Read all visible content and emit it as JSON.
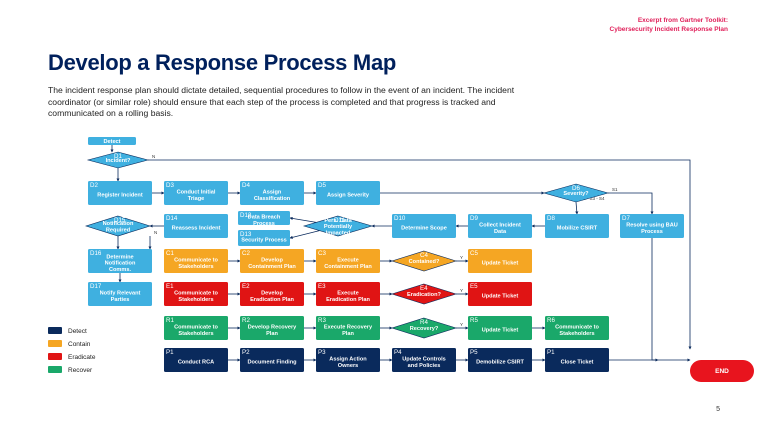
{
  "header": {
    "excerpt_line1": "Excerpt from Gartner Toolkit:",
    "excerpt_line2": "Cybersecurity Incident Response Plan"
  },
  "title": "Develop a Response Process Map",
  "intro": "The incident response plan should dictate detailed, sequential procedures to follow in the event of an incident. The incident coordinator (or similar role) should ensure that each step of the process is completed and that progress is tracked and communicated on a rolling basis.",
  "page_number": "5",
  "colors": {
    "detect_light": "#3fb0e0",
    "detect_dark": "#0a2a5c",
    "contain": "#f5a623",
    "eradicate": "#e01414",
    "recover": "#1aa86a",
    "end": "#e8141e",
    "line": "#0a2a5c"
  },
  "legend": [
    {
      "label": "Detect",
      "color": "#0a2a5c"
    },
    {
      "label": "Contain",
      "color": "#f5a623"
    },
    {
      "label": "Eradicate",
      "color": "#e01414"
    },
    {
      "label": "Recover",
      "color": "#1aa86a"
    }
  ],
  "nodes": [
    {
      "id": "detect",
      "code": "",
      "label": "Detect",
      "fill": "#3fb0e0",
      "shape": "rect"
    },
    {
      "id": "D1",
      "code": "D1",
      "label": "Incident?",
      "fill": "#3fb0e0",
      "shape": "diamond"
    },
    {
      "id": "D2",
      "code": "D2",
      "label": "Register Incident",
      "fill": "#3fb0e0",
      "shape": "rect"
    },
    {
      "id": "D3",
      "code": "D3",
      "label": "Conduct Initial Triage",
      "fill": "#3fb0e0",
      "shape": "rect"
    },
    {
      "id": "D4",
      "code": "D4",
      "label": "Assign Classification",
      "fill": "#3fb0e0",
      "shape": "rect"
    },
    {
      "id": "D5",
      "code": "D5",
      "label": "Assign Severity",
      "fill": "#3fb0e0",
      "shape": "rect"
    },
    {
      "id": "D6",
      "code": "D6",
      "label": "Severity?",
      "fill": "#3fb0e0",
      "shape": "diamond"
    },
    {
      "id": "D7",
      "code": "D7",
      "label": "Resolve using BAU Process",
      "fill": "#3fb0e0",
      "shape": "rect"
    },
    {
      "id": "D8",
      "code": "D8",
      "label": "Mobilize CSIRT",
      "fill": "#3fb0e0",
      "shape": "rect"
    },
    {
      "id": "D9",
      "code": "D9",
      "label": "Collect Incident Data",
      "fill": "#3fb0e0",
      "shape": "rect"
    },
    {
      "id": "D10",
      "code": "D10",
      "label": "Determine Scope",
      "fill": "#3fb0e0",
      "shape": "rect"
    },
    {
      "id": "D11",
      "code": "D11",
      "label": "Pers. Data Potentially Impacted",
      "fill": "#3fb0e0",
      "shape": "diamond"
    },
    {
      "id": "D12",
      "code": "D12",
      "label": "Data Breach Process",
      "fill": "#3fb0e0",
      "shape": "rect"
    },
    {
      "id": "D13",
      "code": "D13",
      "label": "Security Process",
      "fill": "#3fb0e0",
      "shape": "rect"
    },
    {
      "id": "D14",
      "code": "D14",
      "label": "Reassess Incident",
      "fill": "#3fb0e0",
      "shape": "rect"
    },
    {
      "id": "D15",
      "code": "D15",
      "label": "Notification Required",
      "fill": "#3fb0e0",
      "shape": "diamond"
    },
    {
      "id": "D16",
      "code": "D16",
      "label": "Determine Notification Comms.",
      "fill": "#3fb0e0",
      "shape": "rect"
    },
    {
      "id": "D17",
      "code": "D17",
      "label": "Notify Relevant Parties",
      "fill": "#3fb0e0",
      "shape": "rect"
    },
    {
      "id": "C1",
      "code": "C1",
      "label": "Communicate to Stakeholders",
      "fill": "#f5a623",
      "shape": "rect"
    },
    {
      "id": "C2",
      "code": "C2",
      "label": "Develop Containment Plan",
      "fill": "#f5a623",
      "shape": "rect"
    },
    {
      "id": "C3",
      "code": "C3",
      "label": "Execute Containment Plan",
      "fill": "#f5a623",
      "shape": "rect"
    },
    {
      "id": "C4",
      "code": "C4",
      "label": "Contained?",
      "fill": "#f5a623",
      "shape": "diamond"
    },
    {
      "id": "C5",
      "code": "C5",
      "label": "Update Ticket",
      "fill": "#f5a623",
      "shape": "rect"
    },
    {
      "id": "E1",
      "code": "E1",
      "label": "Communicate to Stakeholders",
      "fill": "#e01414",
      "shape": "rect"
    },
    {
      "id": "E2",
      "code": "E2",
      "label": "Develop Eradication Plan",
      "fill": "#e01414",
      "shape": "rect"
    },
    {
      "id": "E3",
      "code": "E3",
      "label": "Execute Eradication Plan",
      "fill": "#e01414",
      "shape": "rect"
    },
    {
      "id": "E4",
      "code": "E4",
      "label": "Eradication?",
      "fill": "#e01414",
      "shape": "diamond"
    },
    {
      "id": "E5",
      "code": "E5",
      "label": "Update Ticket",
      "fill": "#e01414",
      "shape": "rect"
    },
    {
      "id": "R1",
      "code": "R1",
      "label": "Communicate to Stakeholders",
      "fill": "#1aa86a",
      "shape": "rect"
    },
    {
      "id": "R2",
      "code": "R2",
      "label": "Develop Recovery Plan",
      "fill": "#1aa86a",
      "shape": "rect"
    },
    {
      "id": "R3",
      "code": "R3",
      "label": "Execute Recovery Plan",
      "fill": "#1aa86a",
      "shape": "rect"
    },
    {
      "id": "R4",
      "code": "R4",
      "label": "Recovery?",
      "fill": "#1aa86a",
      "shape": "diamond"
    },
    {
      "id": "R5",
      "code": "R5",
      "label": "Update Ticket",
      "fill": "#1aa86a",
      "shape": "rect"
    },
    {
      "id": "R6",
      "code": "R6",
      "label": "Communicate to Stakeholders",
      "fill": "#1aa86a",
      "shape": "rect"
    },
    {
      "id": "P1",
      "code": "P1",
      "label": "Conduct RCA",
      "fill": "#0a2a5c",
      "shape": "rect"
    },
    {
      "id": "P2",
      "code": "P2",
      "label": "Document Finding",
      "fill": "#0a2a5c",
      "shape": "rect"
    },
    {
      "id": "P3",
      "code": "P3",
      "label": "Assign Action Owners",
      "fill": "#0a2a5c",
      "shape": "rect"
    },
    {
      "id": "P4",
      "code": "P4",
      "label": "Update Controls and Policies",
      "fill": "#0a2a5c",
      "shape": "rect"
    },
    {
      "id": "P5",
      "code": "P5",
      "label": "Demobilize CSIRT",
      "fill": "#0a2a5c",
      "shape": "rect"
    },
    {
      "id": "P6",
      "code": "P1",
      "label": "Close Ticket",
      "fill": "#0a2a5c",
      "shape": "rect"
    },
    {
      "id": "END",
      "code": "",
      "label": "END",
      "fill": "#e8141e",
      "shape": "pill"
    }
  ],
  "edges": [
    {
      "from": "detect",
      "to": "D1",
      "label": ""
    },
    {
      "from": "D1",
      "to": "D2",
      "label": ""
    },
    {
      "from": "D1",
      "to": "END",
      "label": "N"
    },
    {
      "from": "D2",
      "to": "D3",
      "label": ""
    },
    {
      "from": "D3",
      "to": "D4",
      "label": ""
    },
    {
      "from": "D4",
      "to": "D5",
      "label": ""
    },
    {
      "from": "D5",
      "to": "D6",
      "label": ""
    },
    {
      "from": "D6",
      "to": "D7",
      "label": "S1"
    },
    {
      "from": "D6",
      "to": "D8",
      "label": "S2 - S3 - S4"
    },
    {
      "from": "D7",
      "to": "END",
      "label": ""
    },
    {
      "from": "D8",
      "to": "D9",
      "label": ""
    },
    {
      "from": "D9",
      "to": "D10",
      "label": ""
    },
    {
      "from": "D10",
      "to": "D11",
      "label": ""
    },
    {
      "from": "D11",
      "to": "D12",
      "label": "Y"
    },
    {
      "from": "D11",
      "to": "D13",
      "label": ""
    },
    {
      "from": "D14",
      "to": "D15",
      "label": ""
    },
    {
      "from": "D15",
      "to": "D16",
      "label": "Y"
    },
    {
      "from": "D15",
      "to": "C1",
      "label": "N"
    },
    {
      "from": "D16",
      "to": "D17",
      "label": ""
    },
    {
      "from": "C1",
      "to": "C2",
      "label": ""
    },
    {
      "from": "C2",
      "to": "C3",
      "label": ""
    },
    {
      "from": "C3",
      "to": "C4",
      "label": ""
    },
    {
      "from": "C4",
      "to": "C5",
      "label": "Y"
    },
    {
      "from": "E1",
      "to": "E2",
      "label": ""
    },
    {
      "from": "E2",
      "to": "E3",
      "label": ""
    },
    {
      "from": "E3",
      "to": "E4",
      "label": ""
    },
    {
      "from": "E4",
      "to": "E5",
      "label": "Y"
    },
    {
      "from": "R1",
      "to": "R2",
      "label": ""
    },
    {
      "from": "R2",
      "to": "R3",
      "label": ""
    },
    {
      "from": "R3",
      "to": "R4",
      "label": ""
    },
    {
      "from": "R4",
      "to": "R5",
      "label": "Y"
    },
    {
      "from": "R5",
      "to": "R6",
      "label": ""
    },
    {
      "from": "P1",
      "to": "P2",
      "label": ""
    },
    {
      "from": "P2",
      "to": "P3",
      "label": ""
    },
    {
      "from": "P3",
      "to": "P4",
      "label": ""
    },
    {
      "from": "P4",
      "to": "P5",
      "label": ""
    },
    {
      "from": "P5",
      "to": "P6",
      "label": ""
    },
    {
      "from": "P6",
      "to": "END",
      "label": ""
    }
  ]
}
